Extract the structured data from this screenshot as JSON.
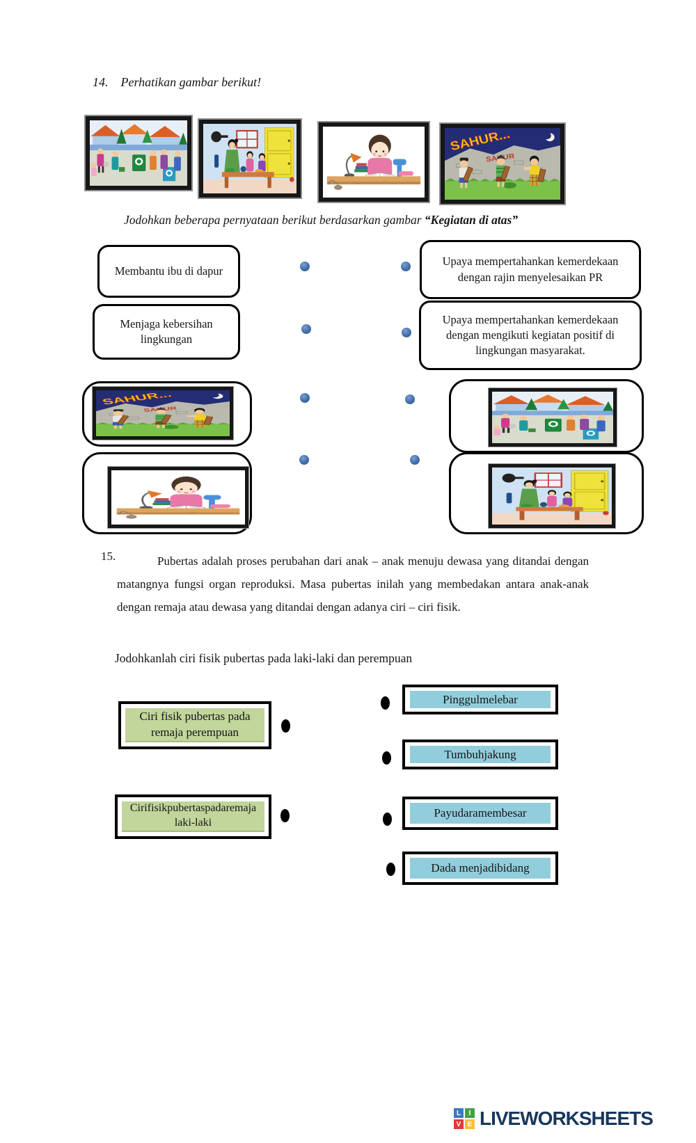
{
  "q14": {
    "number": "14.",
    "title": "Perhatikan gambar berikut!",
    "instruction_prefix": "Jodohkan beberapa pernyataan berikut berdasarkan gambar ",
    "instruction_bold": "“Kegiatan di atas”",
    "left_items": [
      "Membantu ibu di dapur",
      "Menjaga kebersihan lingkungan"
    ],
    "right_items": [
      "Upaya mempertahankan kemerdekaan dengan rajin menyelesaikan PR",
      "Upaya mempertahankan kemerdekaan dengan mengikuti kegiatan positif di lingkungan masyarakat."
    ],
    "images": [
      "village-cleanup-scene",
      "cooking-with-mother-scene",
      "child-studying-scene",
      "sahur-night-patrol-scene"
    ]
  },
  "q15": {
    "number": "15.",
    "paragraph": "Pubertas adalah proses perubahan dari anak – anak menuju dewasa yang ditandai dengan matangnya fungsi organ reproduksi. Masa pubertas inilah yang membedakan antara anak-anak dengan remaja atau dewasa yang ditandai dengan adanya ciri – ciri fisik.",
    "instruction": "Jodohkanlah ciri fisik pubertas pada laki-laki dan perempuan",
    "left_items": [
      "Ciri fisik pubertas pada remaja perempuan",
      "Cirifisikpubertaspadaremaja laki-laki"
    ],
    "right_items": [
      "Pinggulmelebar",
      "Tumbuhjakung",
      "Payudaramembesar",
      "Dada menjadibidang"
    ]
  },
  "footer": {
    "brand": "LIVEWORKSHEETS",
    "logo_letters": [
      "L",
      "I",
      "V",
      "E"
    ]
  },
  "colors": {
    "match_dot_blue": "#416ea9",
    "green_box_fill": "#c2d59b",
    "blue_box_fill": "#92cddc",
    "brand_navy": "#17375e"
  }
}
